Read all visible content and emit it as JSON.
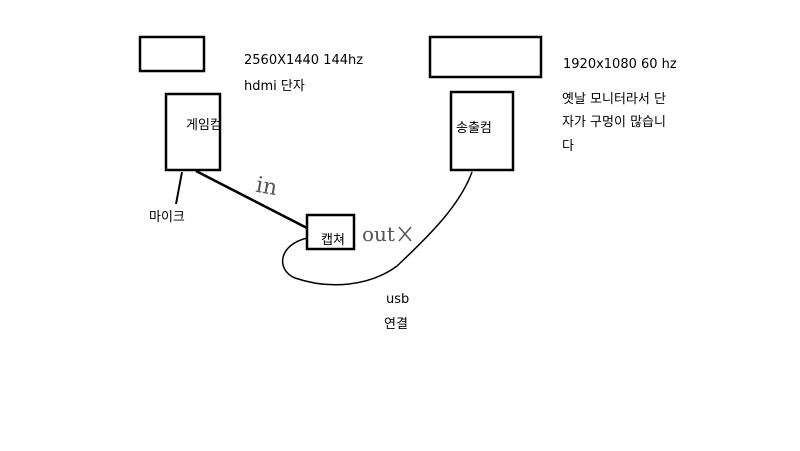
{
  "colors": {
    "background": "#ffffff",
    "ink": "#000000",
    "handwriting": "#555555"
  },
  "boxes": {
    "gaming_pc": "게임컴",
    "stream_pc": "송출컴",
    "capture": "캡쳐"
  },
  "labels": {
    "left_monitor_spec": "2560X1440 144hz",
    "left_port": "hdmi 단자",
    "right_monitor_spec": "1920x1080 60 hz",
    "right_note_line1": "옛날 모니터라서 단",
    "right_note_line2": "자가 구멍이 많습니",
    "right_note_line3": "다",
    "mic": "마이크",
    "usb": "usb",
    "connection": "연결",
    "in": "in",
    "out": "out"
  }
}
